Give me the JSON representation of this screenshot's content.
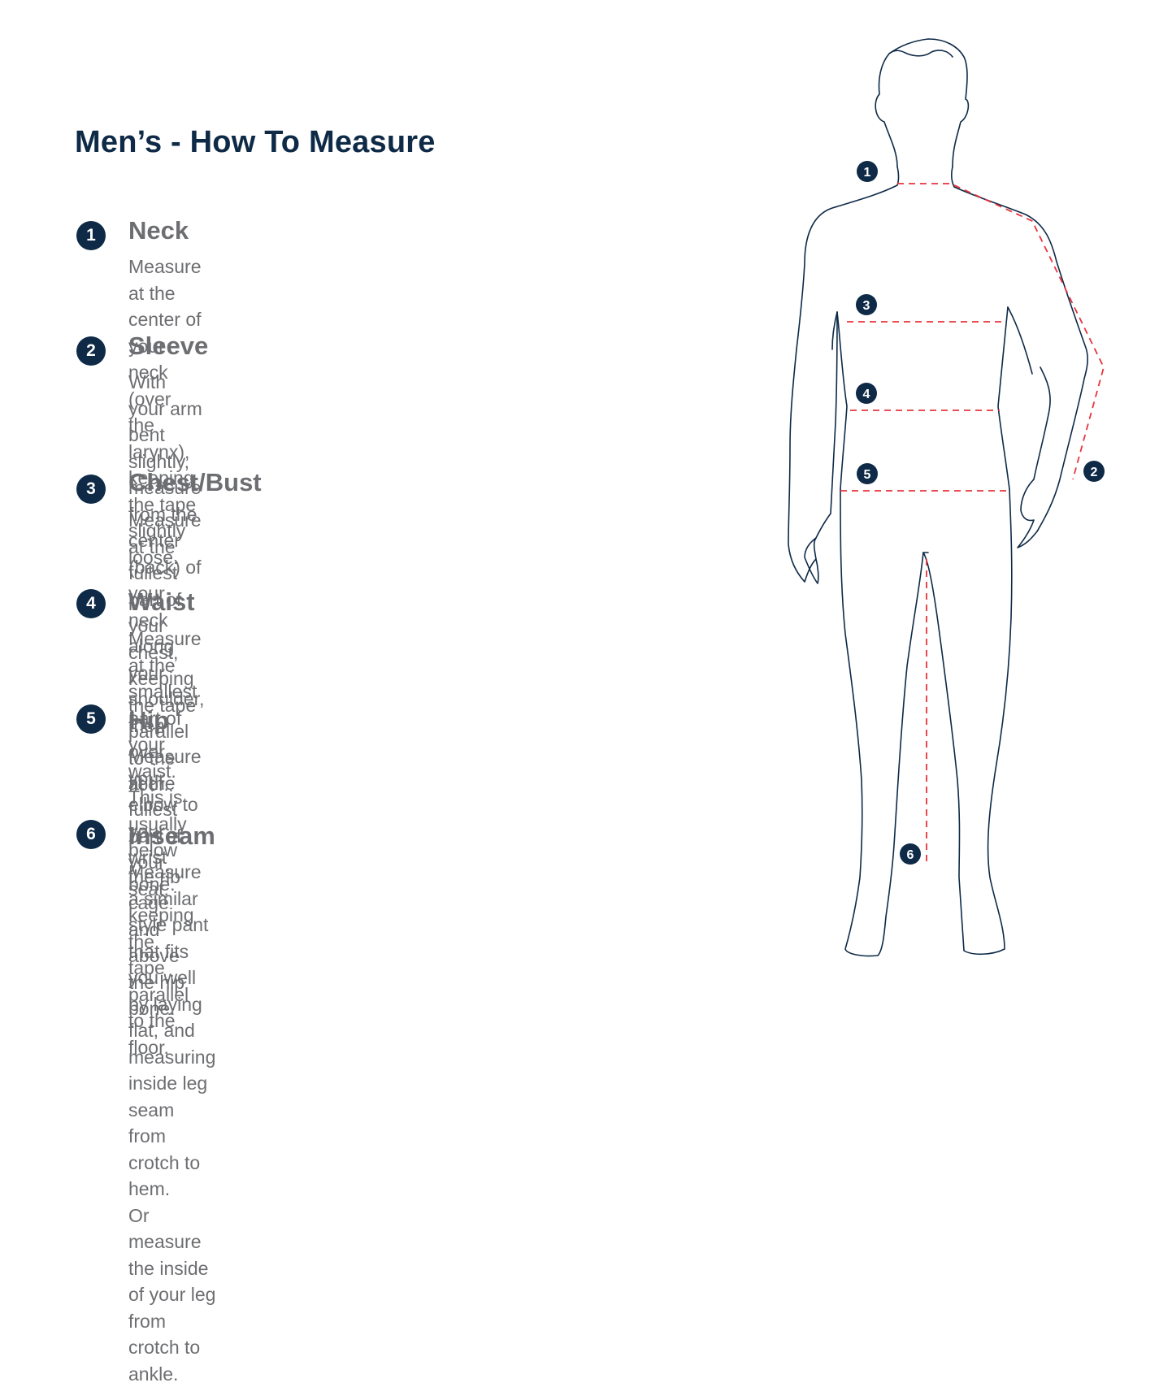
{
  "title": "Men’s - How To Measure",
  "items": [
    {
      "number": "1",
      "heading": "Neck",
      "description": "Measure at the center of your neck (over the larynx),\nkeeping the tape slightly loose."
    },
    {
      "number": "2",
      "heading": "Sleeve",
      "description": "With your arm bent slightly, measure from the center (back) of\nyour neck along your shoulder, then over your elbow to your\nwrist bone."
    },
    {
      "number": "3",
      "heading": "Chest/Bust",
      "description": "Measure at the fullest part of your chest, keeping the tape\nparallel to the floor."
    },
    {
      "number": "4",
      "heading": "Waist",
      "description": "Measure at the smallest part of your waist. This is usually\nbelow the rib cage and above the hip bone."
    },
    {
      "number": "5",
      "heading": "Hip",
      "description": "Measure at the fullest part of your seat, keeping the\ntape parallel to the floor."
    },
    {
      "number": "6",
      "heading": "Inseam",
      "description": "Measure a similar style pant that fits you well by laying\nflat, and measuring inside leg seam from crotch to hem.\nOr measure the inside of your leg from crotch to ankle."
    }
  ],
  "figure": {
    "markers": [
      "1",
      "2",
      "3",
      "4",
      "5",
      "6"
    ]
  },
  "colors": {
    "navy": "#0e2a47",
    "text_gray": "#6d6e71",
    "measure_red": "#e8343c"
  }
}
